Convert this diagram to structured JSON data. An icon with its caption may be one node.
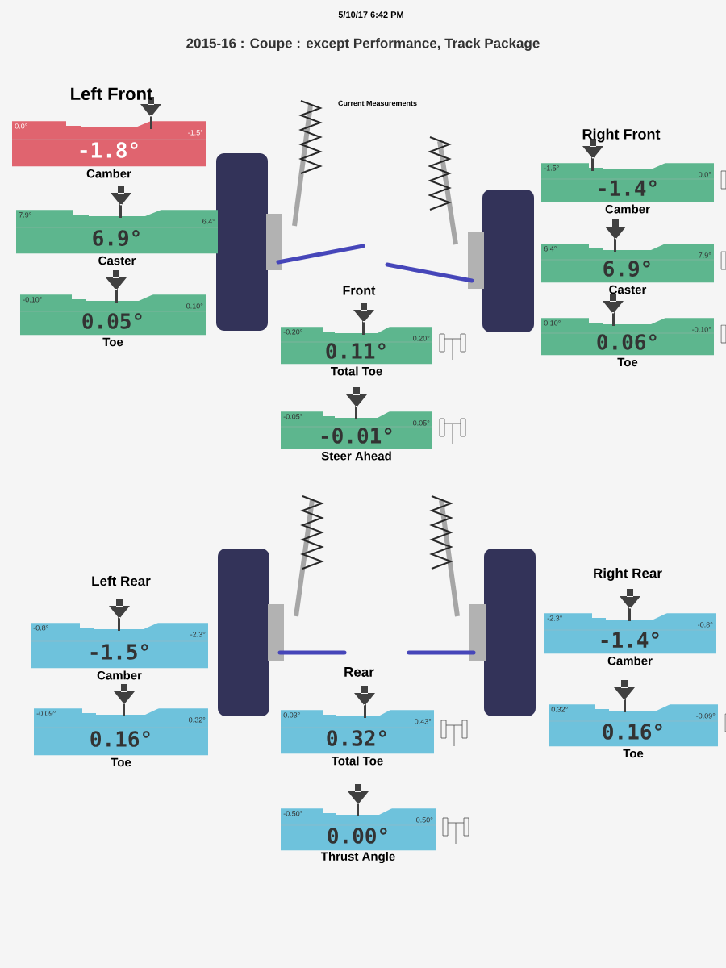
{
  "diagram": {
    "title": "2015-16 : Coupe : except Performance, Track Package",
    "nodes": [
      {
        "text": [
          "0.0°",
          "-1.5°",
          "-1.8°"
        ],
        "beside": [
          "Camber"
        ]
      },
      {
        "text": [
          "7.9°",
          "6.4°",
          "6.9°"
        ],
        "beside": [
          "Caster"
        ]
      },
      {
        "text": [
          "-0.10°",
          "0.10°",
          "0.05°"
        ],
        "beside": [
          "Toe"
        ]
      },
      {
        "text": [
          "-1.5°",
          "0.0°",
          "-1.4°"
        ],
        "beside": [
          "Camber"
        ]
      },
      {
        "text": [
          "6.4°",
          "7.9°",
          "6.9°"
        ],
        "beside": [
          "Caster"
        ]
      },
      {
        "text": [
          "0.10°",
          "-0.10°",
          "0.06°"
        ],
        "beside": [
          "Toe"
        ]
      },
      {
        "text": [
          "-0.20°",
          "0.20°",
          "0.11°"
        ],
        "beside": [
          "Total Toe"
        ]
      },
      {
        "text": [
          "-0.05°",
          "0.05°",
          "-0.01°"
        ],
        "beside": [
          "Steer Ahead"
        ]
      },
      {
        "text": [
          "-0.8°",
          "-2.3°",
          "-1.5°"
        ],
        "beside": [
          "Camber"
        ]
      },
      {
        "text": [
          "-0.09°",
          "0.32°",
          "0.16°"
        ],
        "beside": [
          "Toe"
        ]
      },
      {
        "text": [
          "-2.3°",
          "-0.8°",
          "-1.4°"
        ],
        "beside": [
          "Camber"
        ]
      },
      {
        "text": [
          "0.32°",
          "-0.09°",
          "0.16°"
        ],
        "beside": [
          "Toe"
        ]
      },
      {
        "text": [
          "0.03°",
          "0.43°",
          "0.32°"
        ],
        "beside": [
          "Total Toe"
        ]
      },
      {
        "text": [
          "-0.50°",
          "0.50°",
          "0.00°"
        ],
        "beside": [
          "Thrust Angle"
        ]
      }
    ],
    "labels": [
      "5/10/17 6:42 PM",
      "Left Front",
      "Current Measurements",
      "Right Front",
      "Front",
      "Left Rear",
      "Right Rear",
      "Rear"
    ]
  }
}
